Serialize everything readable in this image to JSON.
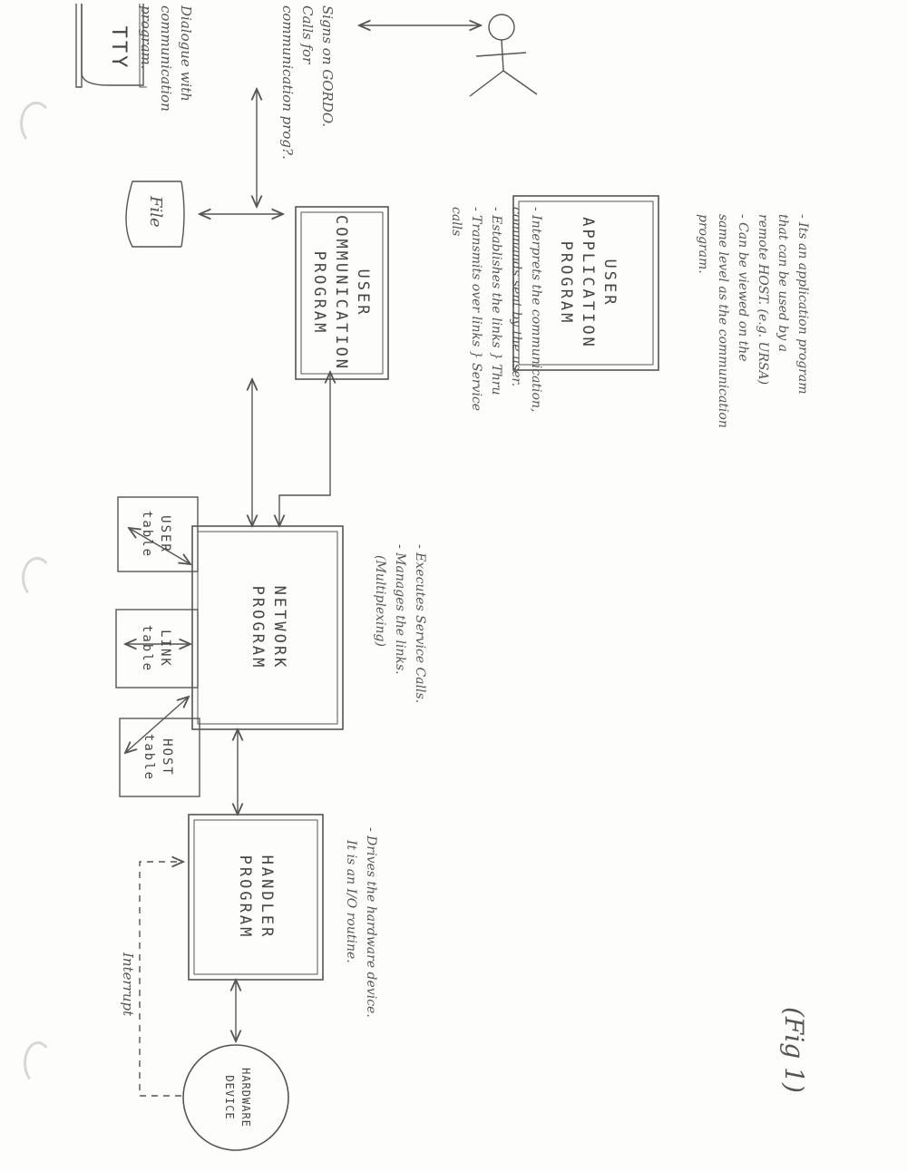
{
  "tty": {
    "label": "TTY"
  },
  "signon": {
    "lines": [
      "Signs on GORDO.",
      "Calls for",
      "communication prog?.",
      "Dialogue with",
      "communication",
      "program."
    ]
  },
  "ucp": {
    "label": [
      "USER",
      "COMMUNICATION",
      "PROGRAM"
    ],
    "notes": [
      "- Interprets the communication,",
      "commands sent by the user.",
      "- Establishes the links } Thru",
      "- Transmits over links } Service",
      "calls"
    ]
  },
  "file": {
    "label": "File"
  },
  "uap": {
    "label": [
      "USER",
      "APPLICATION",
      "PROGRAM"
    ],
    "notes": [
      "- Its an application program",
      "that can be used by a",
      "remote HOST. (e.g. URSA)",
      "- Can be viewed on the",
      "same level as the communication",
      "program."
    ]
  },
  "network": {
    "label": [
      "NETWORK",
      "PROGRAM"
    ],
    "notes": [
      "- Executes Service Calls.",
      "- Manages the links.",
      "(Multiplexing)"
    ]
  },
  "tables": [
    {
      "label": [
        "USER",
        "table"
      ]
    },
    {
      "label": [
        "LINK",
        "table"
      ]
    },
    {
      "label": [
        "HOST",
        "table"
      ]
    }
  ],
  "handler": {
    "label": [
      "HANDLER",
      "PROGRAM"
    ],
    "notes": [
      "- Drives the hardware device.",
      "It is an I/O routine."
    ]
  },
  "hardware": {
    "label": [
      "HARDWARE",
      "DEVICE"
    ]
  },
  "interrupt": {
    "label": "Interrupt"
  },
  "fig": {
    "label": "(Fig 1)"
  }
}
